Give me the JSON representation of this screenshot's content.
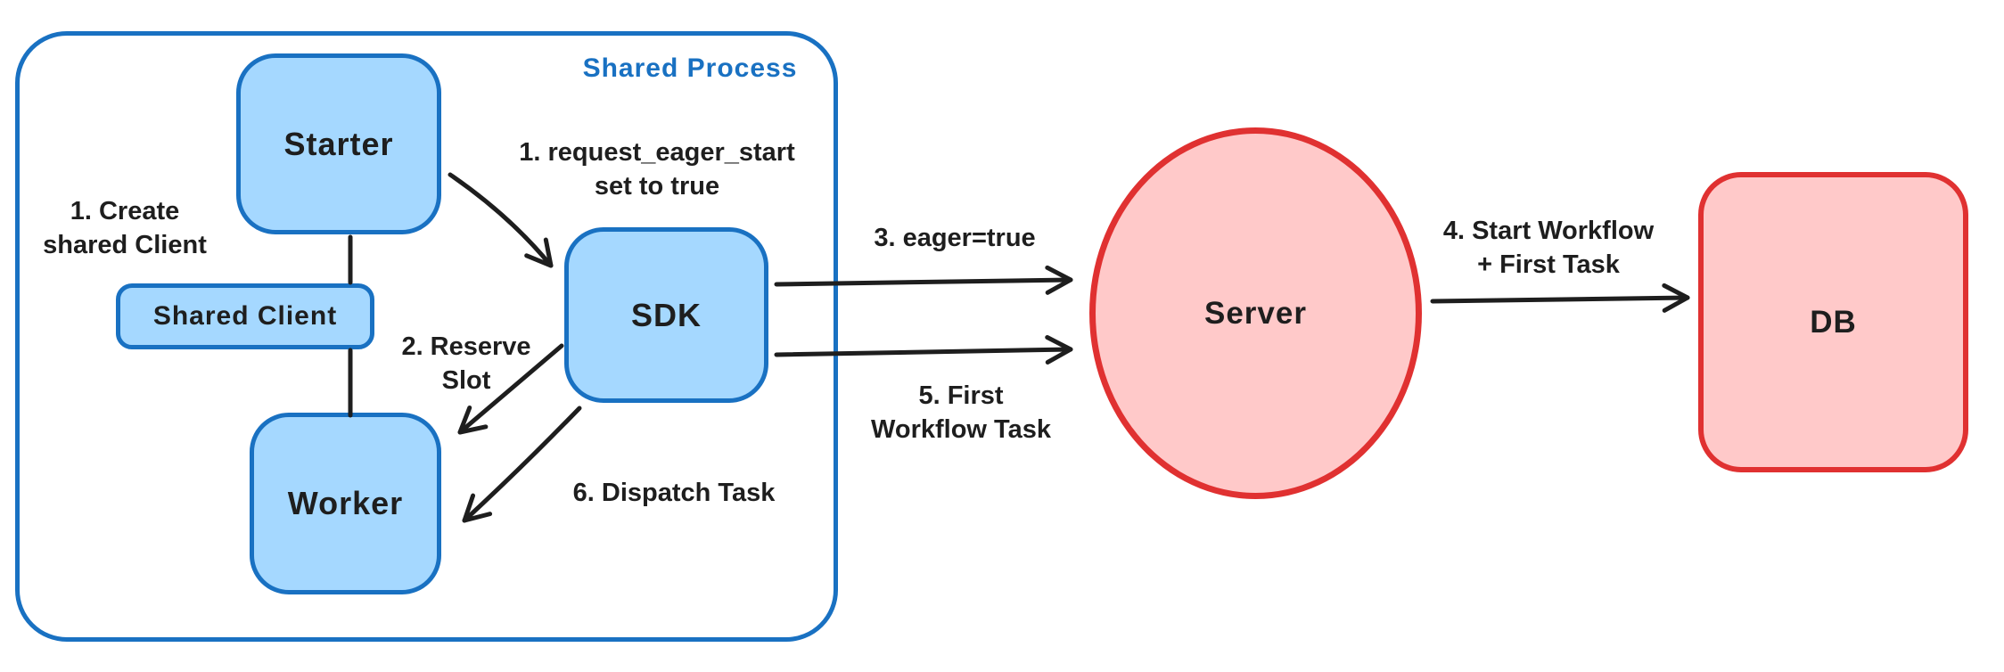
{
  "diagram": {
    "container_label": "Shared Process",
    "nodes": {
      "starter": "Starter",
      "shared_client": "Shared Client",
      "worker": "Worker",
      "sdk": "SDK",
      "server": "Server",
      "db": "DB"
    },
    "annotations": {
      "create_client": [
        "1. Create",
        "shared Client"
      ],
      "request_eager": [
        "1. request_eager_start",
        "set to true"
      ],
      "reserve_slot": [
        "2. Reserve",
        "Slot"
      ],
      "eager_true": "3. eager=true",
      "start_workflow": [
        "4. Start Workflow",
        "+ First Task"
      ],
      "first_workflow_task": [
        "5. First",
        "Workflow Task"
      ],
      "dispatch_task": "6. Dispatch Task"
    },
    "colors": {
      "blue_stroke": "#1971c2",
      "blue_fill": "#a5d8ff",
      "red_stroke": "#e03131",
      "red_fill": "#ffc9c9",
      "ink": "#1e1e1e",
      "background": "#ffffff"
    }
  }
}
